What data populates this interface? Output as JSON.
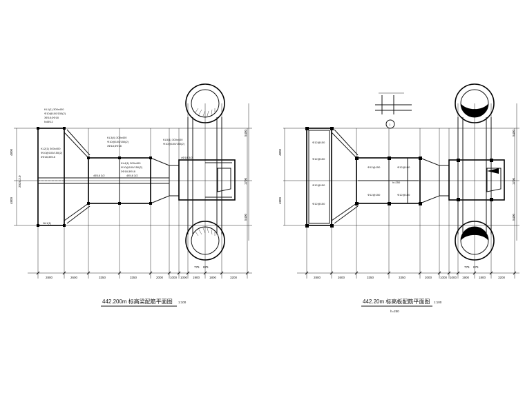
{
  "plans": [
    {
      "title": "442.200m 标高梁配筋平面图",
      "scale": "1:100",
      "bottom_dims": [
        "2800",
        "2600",
        "3350",
        "3350",
        "2000",
        "1000",
        "1000",
        "1900",
        "1800",
        "3200"
      ],
      "left_dims": [
        "4800",
        "4800",
        "2025.2.0"
      ],
      "right_dims": [
        "5400",
        "5400",
        "1700"
      ],
      "small_dims": [
        "775",
        "875"
      ],
      "labels": [
        {
          "id": "kl1",
          "text": "KL1(1) 300x400"
        },
        {
          "id": "kl1r",
          "text": "Φ10@100/150(2)"
        },
        {
          "id": "kl1b",
          "text": "3Φ18;3Φ18"
        },
        {
          "id": "kl1c",
          "text": "N4Φ12"
        },
        {
          "id": "kl2",
          "text": "KL2(1) 300x400"
        },
        {
          "id": "kl2r",
          "text": "Φ10@100/150(2)"
        },
        {
          "id": "kl2b",
          "text": "3Φ18;3Φ18"
        },
        {
          "id": "kl3",
          "text": "KL3(4) 300x400"
        },
        {
          "id": "kl3r",
          "text": "Φ10@100/150(2)"
        },
        {
          "id": "kl3b",
          "text": "3Φ18;3Φ18"
        },
        {
          "id": "kl4",
          "text": "KL4(1) 300x400"
        },
        {
          "id": "kl4r",
          "text": "Φ10@100/150(2)"
        },
        {
          "id": "kl4b",
          "text": "3Φ18;3Φ18"
        },
        {
          "id": "kl5",
          "text": "KL5(1) 300x400"
        },
        {
          "id": "kl5r",
          "text": "Φ10@100/150(2)"
        },
        {
          "id": "nl1",
          "text": "NL1(1)"
        },
        {
          "id": "lb",
          "text": "4Φ18 3/2"
        },
        {
          "id": "lc",
          "text": "4Φ18 3/2"
        },
        {
          "id": "ld",
          "text": "4Φ18 3/2"
        }
      ]
    },
    {
      "title": "442.20m 标高板配筋平面图",
      "scale": "1:100",
      "subtitle": "h=250",
      "bottom_dims": [
        "2800",
        "2600",
        "3350",
        "3350",
        "2000",
        "1000",
        "1000",
        "1900",
        "1800",
        "3200"
      ],
      "left_dims": [
        "4800",
        "4800"
      ],
      "right_dims": [
        "5400",
        "5400",
        "1700"
      ],
      "small_dims": [
        "775",
        "875"
      ],
      "slab_note": "h=250",
      "rebar": [
        "Φ12@150",
        "Φ12@150",
        "Φ12@150",
        "Φ12@150",
        "Φ12@150",
        "Φ12@150",
        "Φ12@150",
        "Φ12@150"
      ],
      "detail_label": "1"
    }
  ]
}
